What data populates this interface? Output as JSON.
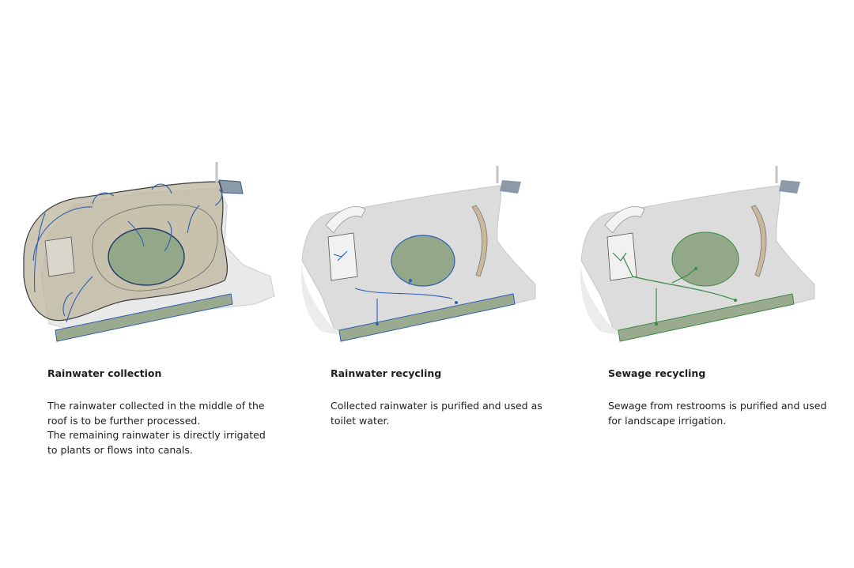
{
  "panels": [
    {
      "title": "Rainwater collection",
      "lines": [
        "The rainwater collected in the middle of the roof is to be further processed.",
        "The remaining rainwater is directly irrigated to plants or flows into canals."
      ],
      "accent_color": "#2f5fb0"
    },
    {
      "title": "Rainwater recycling",
      "lines": [
        "Collected rainwater is purified and used as toilet water."
      ],
      "accent_color": "#2f5fb0"
    },
    {
      "title": "Sewage recycling",
      "lines": [
        "Sewage from restrooms is purified and used for landscape irrigation."
      ],
      "accent_color": "#3b8a46"
    }
  ],
  "colors": {
    "site_fill": "#d7d7d7",
    "site_light": "#ebebeb",
    "roof_fill": "#b4ae97",
    "pond_fill": "#93a889",
    "canal_fill": "#9aaa8e"
  }
}
